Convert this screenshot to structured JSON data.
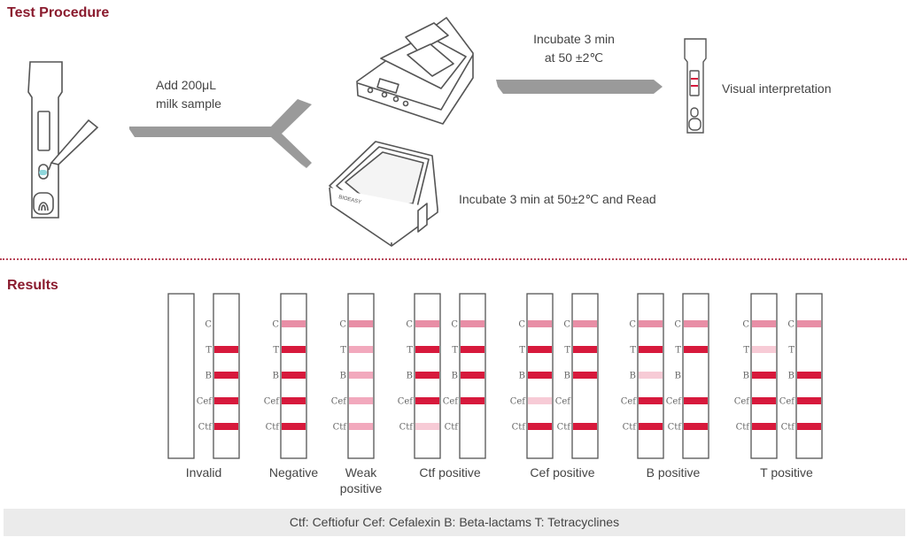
{
  "headings": {
    "procedure": "Test Procedure",
    "results": "Results"
  },
  "procedure": {
    "step_add": [
      "Add 200μL",
      "milk sample"
    ],
    "step_incubate": [
      "Incubate 3 min",
      "at 50 ±2℃"
    ],
    "step_visual": "Visual interpretation",
    "step_reader": "Incubate 3 min at 50±2℃ and Read",
    "reader_brand": "BIOEASY"
  },
  "results": {
    "band_labels": [
      "C",
      "T",
      "B",
      "Cef",
      "Ctf"
    ],
    "colors": {
      "strong": "#d7193c",
      "control": "#e88ea6",
      "weak": "#f2a9bd",
      "faint": "#f7cbd6"
    },
    "groups": [
      {
        "label": [
          "Invalid"
        ],
        "strips": [
          {
            "labeled": false,
            "bands": [
              "none",
              "none",
              "none",
              "none",
              "none"
            ]
          },
          {
            "labeled": true,
            "bands": [
              "none",
              "strong",
              "strong",
              "strong",
              "strong"
            ]
          }
        ]
      },
      {
        "label": [
          "Negative"
        ],
        "strips": [
          {
            "labeled": true,
            "bands": [
              "control",
              "strong",
              "strong",
              "strong",
              "strong"
            ]
          }
        ]
      },
      {
        "label": [
          "Weak",
          "positive"
        ],
        "strips": [
          {
            "labeled": true,
            "bands": [
              "control",
              "weak",
              "weak",
              "weak",
              "weak"
            ]
          }
        ]
      },
      {
        "label": [
          "Ctf positive"
        ],
        "strips": [
          {
            "labeled": true,
            "bands": [
              "control",
              "strong",
              "strong",
              "strong",
              "faint"
            ]
          },
          {
            "labeled": true,
            "bands": [
              "control",
              "strong",
              "strong",
              "strong",
              "none"
            ]
          }
        ]
      },
      {
        "label": [
          "Cef positive"
        ],
        "strips": [
          {
            "labeled": true,
            "bands": [
              "control",
              "strong",
              "strong",
              "faint",
              "strong"
            ]
          },
          {
            "labeled": true,
            "bands": [
              "control",
              "strong",
              "strong",
              "none",
              "strong"
            ]
          }
        ]
      },
      {
        "label": [
          "B positive"
        ],
        "strips": [
          {
            "labeled": true,
            "bands": [
              "control",
              "strong",
              "faint",
              "strong",
              "strong"
            ]
          },
          {
            "labeled": true,
            "bands": [
              "control",
              "strong",
              "none",
              "strong",
              "strong"
            ]
          }
        ]
      },
      {
        "label": [
          "T positive"
        ],
        "strips": [
          {
            "labeled": true,
            "bands": [
              "control",
              "faint",
              "strong",
              "strong",
              "strong"
            ]
          },
          {
            "labeled": true,
            "bands": [
              "control",
              "none",
              "strong",
              "strong",
              "strong"
            ]
          }
        ]
      }
    ]
  },
  "legend": "Ctf: Ceftiofur    Cef: Cefalexin    B: Beta-lactams    T: Tetracyclines"
}
